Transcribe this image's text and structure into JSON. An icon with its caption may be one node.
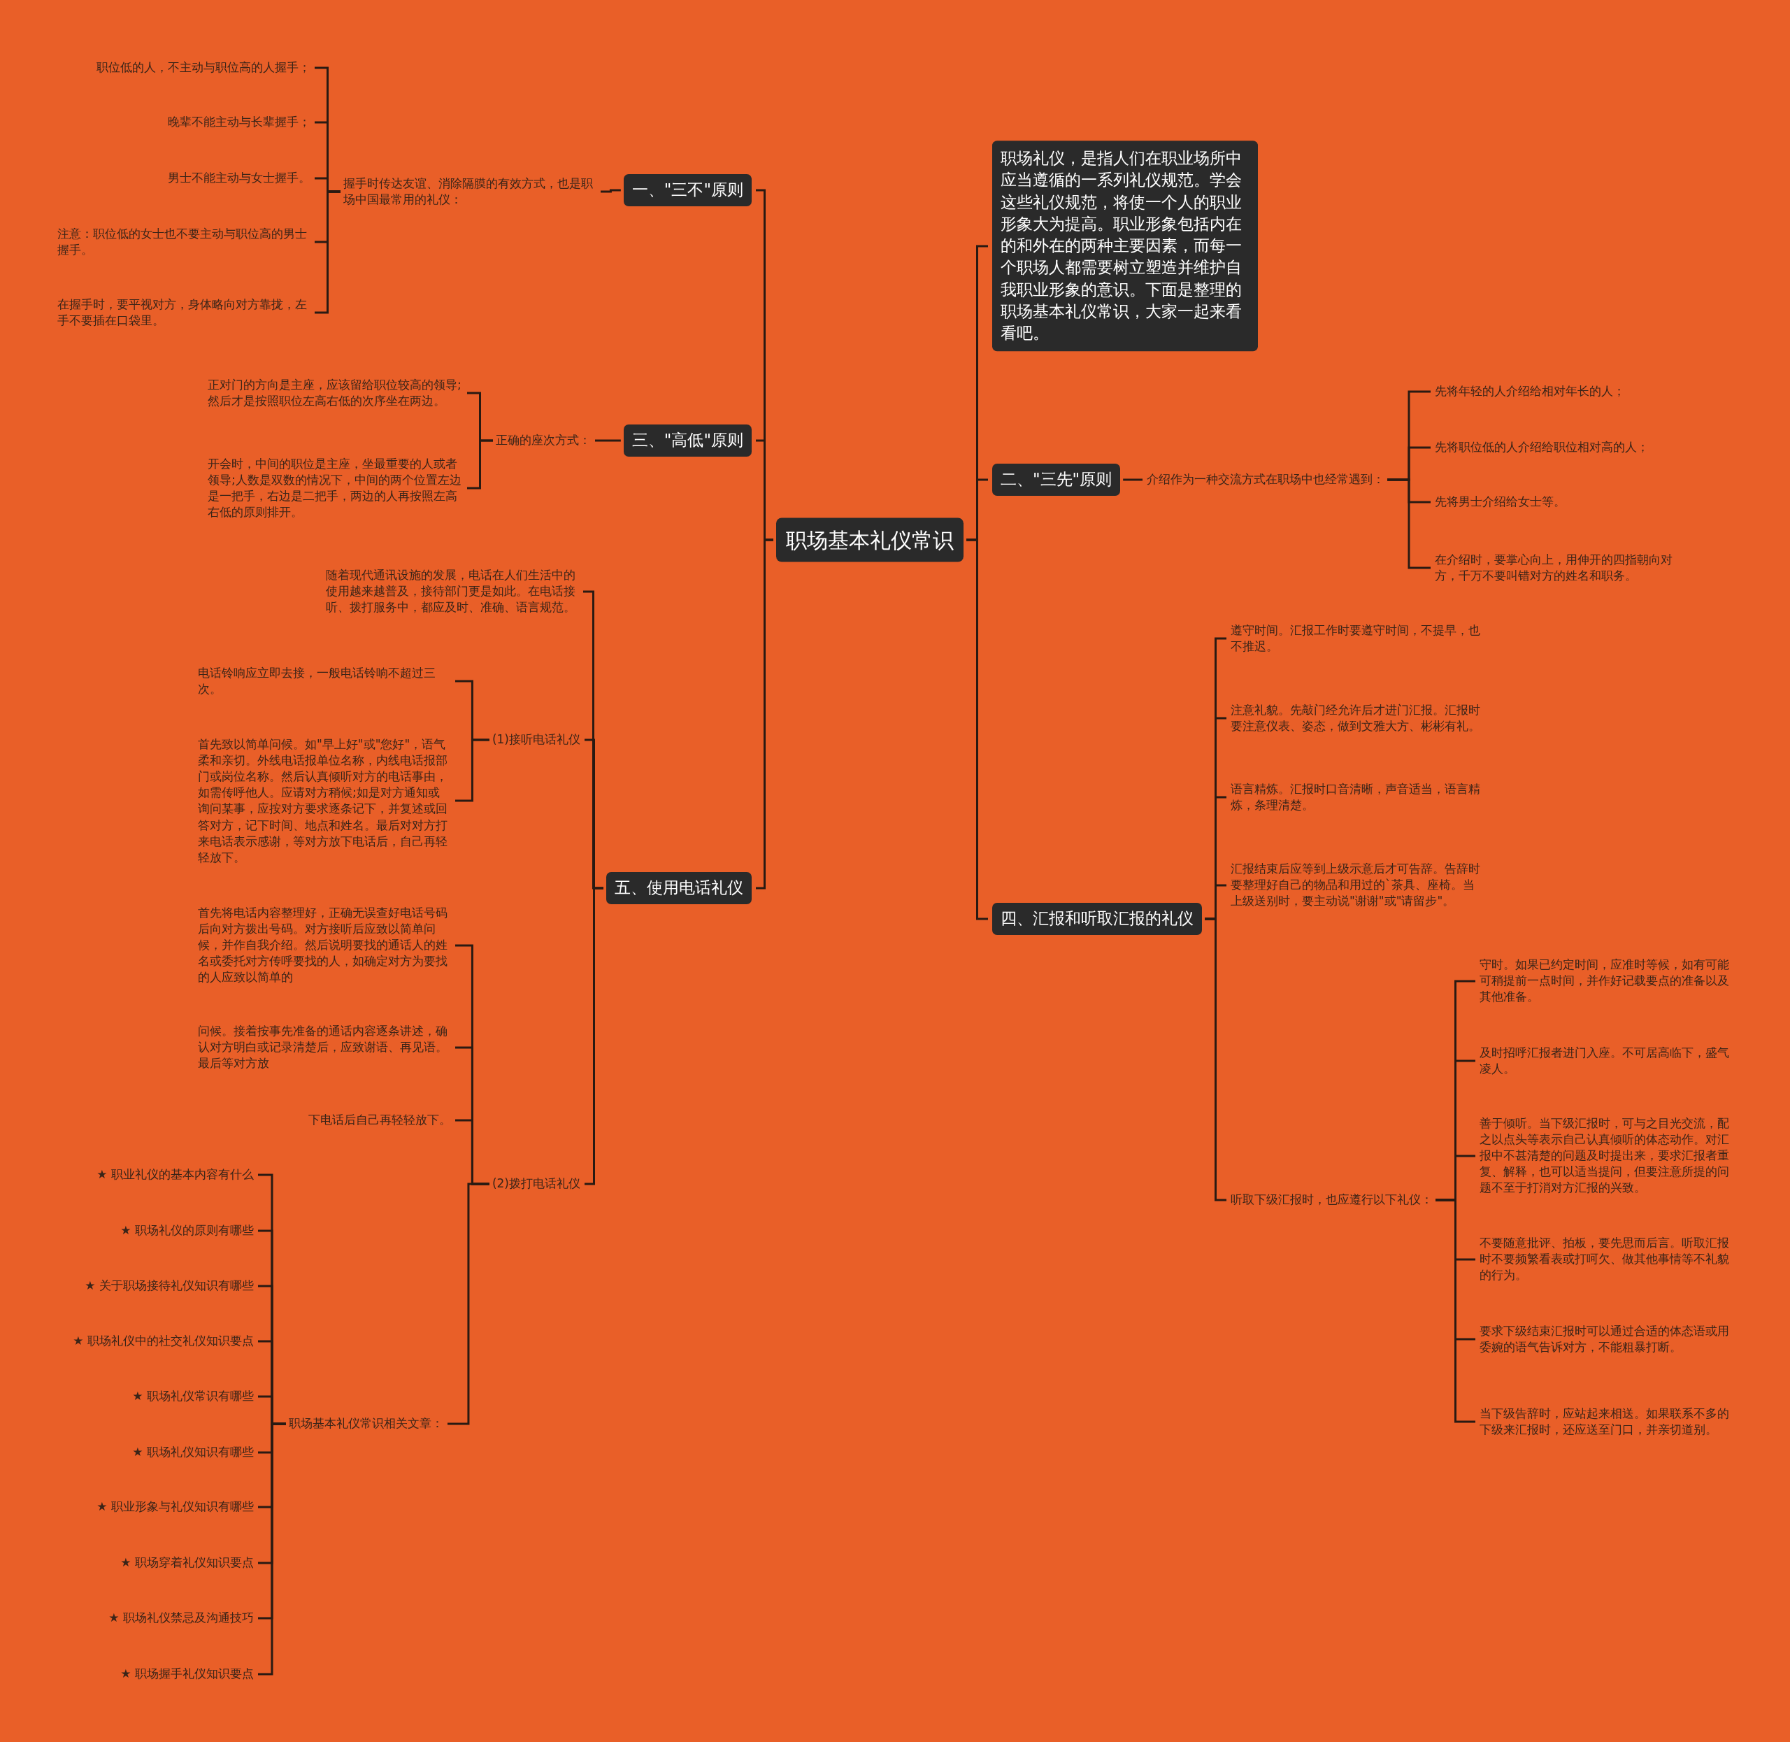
{
  "diagram": {
    "nodes": [
      {
        "text": [
          "职场基本礼仪常识"
        ]
      },
      {
        "text": [
          "职场礼仪，是指人们在职业场所中应当遵循的一系列礼仪规范。学会这些礼仪规范，将使一个人的职业形象大为提高。职业形象包括内在的和外在的两种主要因素，而每一个职场人都需要树立塑造并维护自我职业形象的意识。下面是整理的职场基本礼仪常识，大家一起来看看吧。"
        ]
      },
      {
        "text": [
          "二、\"三先\"原则"
        ]
      },
      {
        "text": [
          "介绍作为一种交流方式在职场中也经常遇到："
        ]
      },
      {
        "text": [
          "先将年轻的人介绍给相对年长的人；"
        ]
      },
      {
        "text": [
          "先将职位低的人介绍给职位相对高的人；"
        ]
      },
      {
        "text": [
          "先将男士介绍给女士等。"
        ]
      },
      {
        "text": [
          "在介绍时，要掌心向上，用伸开的四指朝向对方，千万不要叫错对方的姓名和职务。"
        ]
      },
      {
        "text": [
          "四、汇报和听取汇报的礼仪"
        ]
      },
      {
        "text": [
          "遵守时间。汇报工作时要遵守时间，不提早，也不推迟。"
        ]
      },
      {
        "text": [
          "注意礼貌。先敲门经允许后才进门汇报。汇报时要注意仪表、姿态，做到文雅大方、彬彬有礼。"
        ]
      },
      {
        "text": [
          "语言精炼。汇报时口音清晰，声音适当，语言精炼，条理清楚。"
        ]
      },
      {
        "text": [
          "汇报结束后应等到上级示意后才可告辞。告辞时要整理好自己的物品和用过的`茶具、座椅。当上级送别时，要主动说\"谢谢\"或\"请留步\"。"
        ]
      },
      {
        "text": [
          "听取下级汇报时，也应遵行以下礼仪："
        ]
      },
      {
        "text": [
          "守时。如果已约定时间，应准时等候，如有可能可稍提前一点时间，并作好记载要点的准备以及其他准备。"
        ]
      },
      {
        "text": [
          "及时招呼汇报者进门入座。不可居高临下，盛气凌人。"
        ]
      },
      {
        "text": [
          "善于倾听。当下级汇报时，可与之目光交流，配之以点头等表示自己认真倾听的体态动作。对汇报中不甚清楚的问题及时提出来，要求汇报者重复、解释，也可以适当提问，但要注意所提的问题不至于打消对方汇报的兴致。"
        ]
      },
      {
        "text": [
          "不要随意批评、拍板，要先思而后言。听取汇报时不要频繁看表或打呵欠、做其他事情等不礼貌的行为。"
        ]
      },
      {
        "text": [
          "要求下级结束汇报时可以通过合适的体态语或用委婉的语气告诉对方，不能粗暴打断。"
        ]
      },
      {
        "text": [
          "当下级告辞时，应站起来相送。如果联系不多的下级来汇报时，还应送至门口，并亲切道别。"
        ]
      },
      {
        "text": [
          "一、\"三不\"原则"
        ]
      },
      {
        "text": [
          "握手时传达友谊、消除隔膜的有效方式，也是职场中国最常用的礼仪："
        ]
      },
      {
        "text": [
          "职位低的人，不主动与职位高的人握手；"
        ]
      },
      {
        "text": [
          "晚辈不能主动与长辈握手；"
        ]
      },
      {
        "text": [
          "男士不能主动与女士握手。"
        ]
      },
      {
        "text": [
          "注意：职位低的女士也不要主动与职位高的男士握手。"
        ]
      },
      {
        "text": [
          "在握手时，要平视对方，身体略向对方靠拢，左手不要插在口袋里。"
        ]
      },
      {
        "text": [
          "三、\"高低\"原则"
        ]
      },
      {
        "text": [
          "正确的座次方式："
        ]
      },
      {
        "text": [
          "正对门的方向是主座，应该留给职位较高的领导;然后才是按照职位左高右低的次序坐在两边。"
        ]
      },
      {
        "text": [
          "开会时，中间的职位是主座，坐最重要的人或者领导;人数是双数的情况下，中间的两个位置左边是一把手，右边是二把手，两边的人再按照左高右低的原则排开。"
        ]
      },
      {
        "text": [
          "五、使用电话礼仪"
        ]
      },
      {
        "text": [
          "随着现代通讯设施的发展，电话在人们生活中的使用越来越普及，接待部门更是如此。在电话接听、拨打服务中，都应及时、准确、语言规范。"
        ]
      },
      {
        "text": [
          "(1)接听电话礼仪"
        ]
      },
      {
        "text": [
          "电话铃响应立即去接，一般电话铃响不超过三次。"
        ]
      },
      {
        "text": [
          "首先致以简单问候。如\"早上好\"或\"您好\"，语气柔和亲切。外线电话报单位名称，内线电话报部门或岗位名称。然后认真倾听对方的电话事由，如需传呼他人。应请对方稍候;如是对方通知或询问某事，应按对方要求逐条记下，并复述或回答对方，记下时间、地点和姓名。最后对对方打来电话表示感谢，等对方放下电话后，自己再轻轻放下。"
        ]
      },
      {
        "text": [
          "(2)拨打电话礼仪"
        ]
      },
      {
        "text": [
          "首先将电话内容整理好，正确无误查好电话号码后向对方拨出号码。对方接听后应致以简单问候，并作自我介绍。然后说明要找的通话人的姓名或委托对方传呼要找的人，如确定对方为要找的人应致以简单的"
        ]
      },
      {
        "text": [
          "问候。接着按事先准备的通话内容逐条讲述，确认对方明白或记录清楚后，应致谢语、再见语。最后等对方放"
        ]
      },
      {
        "text": [
          "下电话后自己再轻轻放下。"
        ]
      },
      {
        "text": [
          "职场基本礼仪常识相关文章："
        ]
      },
      {
        "text": [
          "★ 职业礼仪的基本内容有什么"
        ]
      },
      {
        "text": [
          "★ 职场礼仪的原则有哪些"
        ]
      },
      {
        "text": [
          "★ 关于职场接待礼仪知识有哪些"
        ]
      },
      {
        "text": [
          "★ 职场礼仪中的社交礼仪知识要点"
        ]
      },
      {
        "text": [
          "★ 职场礼仪常识有哪些"
        ]
      },
      {
        "text": [
          "★ 职场礼仪知识有哪些"
        ]
      },
      {
        "text": [
          "★ 职业形象与礼仪知识有哪些"
        ]
      },
      {
        "text": [
          "★ 职场穿着礼仪知识要点"
        ]
      },
      {
        "text": [
          "★ 职场礼仪禁忌及沟通技巧"
        ]
      },
      {
        "text": [
          "★ 职场握手礼仪知识要点"
        ]
      }
    ],
    "edges": [
      {
        "from": 0,
        "to": 1,
        "arrow": "none"
      },
      {
        "from": 0,
        "to": 2,
        "arrow": "none"
      },
      {
        "from": 2,
        "to": 3,
        "arrow": "none"
      },
      {
        "from": 3,
        "to": 4,
        "arrow": "none"
      },
      {
        "from": 3,
        "to": 5,
        "arrow": "none"
      },
      {
        "from": 3,
        "to": 6,
        "arrow": "none"
      },
      {
        "from": 3,
        "to": 7,
        "arrow": "none"
      },
      {
        "from": 0,
        "to": 8,
        "arrow": "none"
      },
      {
        "from": 8,
        "to": 9,
        "arrow": "none"
      },
      {
        "from": 8,
        "to": 10,
        "arrow": "none"
      },
      {
        "from": 8,
        "to": 11,
        "arrow": "none"
      },
      {
        "from": 8,
        "to": 12,
        "arrow": "none"
      },
      {
        "from": 8,
        "to": 13,
        "arrow": "none"
      },
      {
        "from": 13,
        "to": 14,
        "arrow": "none"
      },
      {
        "from": 13,
        "to": 15,
        "arrow": "none"
      },
      {
        "from": 13,
        "to": 16,
        "arrow": "none"
      },
      {
        "from": 13,
        "to": 17,
        "arrow": "none"
      },
      {
        "from": 13,
        "to": 18,
        "arrow": "none"
      },
      {
        "from": 13,
        "to": 19,
        "arrow": "none"
      },
      {
        "from": 0,
        "to": 20,
        "arrow": "none"
      },
      {
        "from": 20,
        "to": 21,
        "arrow": "none"
      },
      {
        "from": 21,
        "to": 22,
        "arrow": "none"
      },
      {
        "from": 21,
        "to": 23,
        "arrow": "none"
      },
      {
        "from": 21,
        "to": 24,
        "arrow": "none"
      },
      {
        "from": 21,
        "to": 25,
        "arrow": "none"
      },
      {
        "from": 21,
        "to": 26,
        "arrow": "none"
      },
      {
        "from": 0,
        "to": 27,
        "arrow": "none"
      },
      {
        "from": 27,
        "to": 28,
        "arrow": "none"
      },
      {
        "from": 28,
        "to": 29,
        "arrow": "none"
      },
      {
        "from": 28,
        "to": 30,
        "arrow": "none"
      },
      {
        "from": 0,
        "to": 31,
        "arrow": "none"
      },
      {
        "from": 31,
        "to": 32,
        "arrow": "none"
      },
      {
        "from": 31,
        "to": 33,
        "arrow": "none"
      },
      {
        "from": 33,
        "to": 34,
        "arrow": "none"
      },
      {
        "from": 33,
        "to": 35,
        "arrow": "none"
      },
      {
        "from": 31,
        "to": 36,
        "arrow": "none"
      },
      {
        "from": 36,
        "to": 37,
        "arrow": "none"
      },
      {
        "from": 36,
        "to": 38,
        "arrow": "none"
      },
      {
        "from": 36,
        "to": 39,
        "arrow": "none"
      },
      {
        "from": 36,
        "to": 40,
        "arrow": "none"
      },
      {
        "from": 40,
        "to": 41,
        "arrow": "none"
      },
      {
        "from": 40,
        "to": 42,
        "arrow": "none"
      },
      {
        "from": 40,
        "to": 43,
        "arrow": "none"
      },
      {
        "from": 40,
        "to": 44,
        "arrow": "none"
      },
      {
        "from": 40,
        "to": 45,
        "arrow": "none"
      },
      {
        "from": 40,
        "to": 46,
        "arrow": "none"
      },
      {
        "from": 40,
        "to": 47,
        "arrow": "none"
      },
      {
        "from": 40,
        "to": 48,
        "arrow": "none"
      },
      {
        "from": 40,
        "to": 49,
        "arrow": "none"
      },
      {
        "from": 40,
        "to": 50,
        "arrow": "none"
      }
    ]
  }
}
